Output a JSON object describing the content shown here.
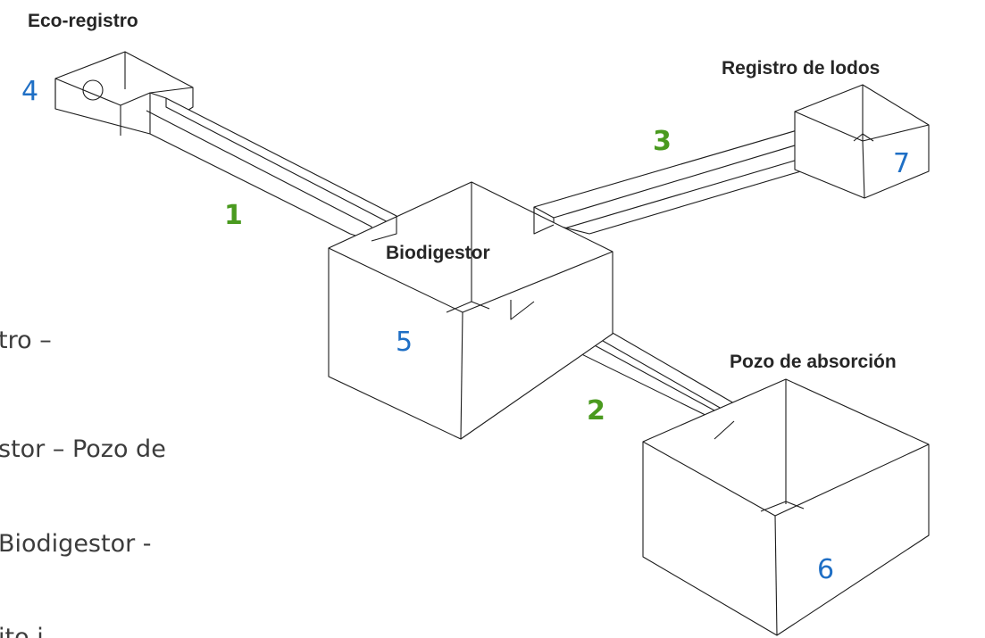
{
  "labels": {
    "eco_registro": "Eco-registro",
    "registro_lodos": "Registro de lodos",
    "biodigestor": "Biodigestor",
    "pozo_absorcion": "Pozo de absorción"
  },
  "component_numbers": {
    "eco_registro": "4",
    "biodigestor": "5",
    "pozo_absorcion": "6",
    "registro_lodos": "7"
  },
  "pipe_numbers": {
    "eco_to_bio": "1",
    "bio_to_pozo": "2",
    "bio_to_lodos": "3"
  },
  "background_text": [
    "tro –",
    "stor – Pozo de",
    "Biodigestor -",
    "ito i..."
  ],
  "colors": {
    "component_number": "#1f6fc5",
    "pipe_number": "#4a9a1f",
    "label": "#262626",
    "line": "#1c1c1c"
  }
}
